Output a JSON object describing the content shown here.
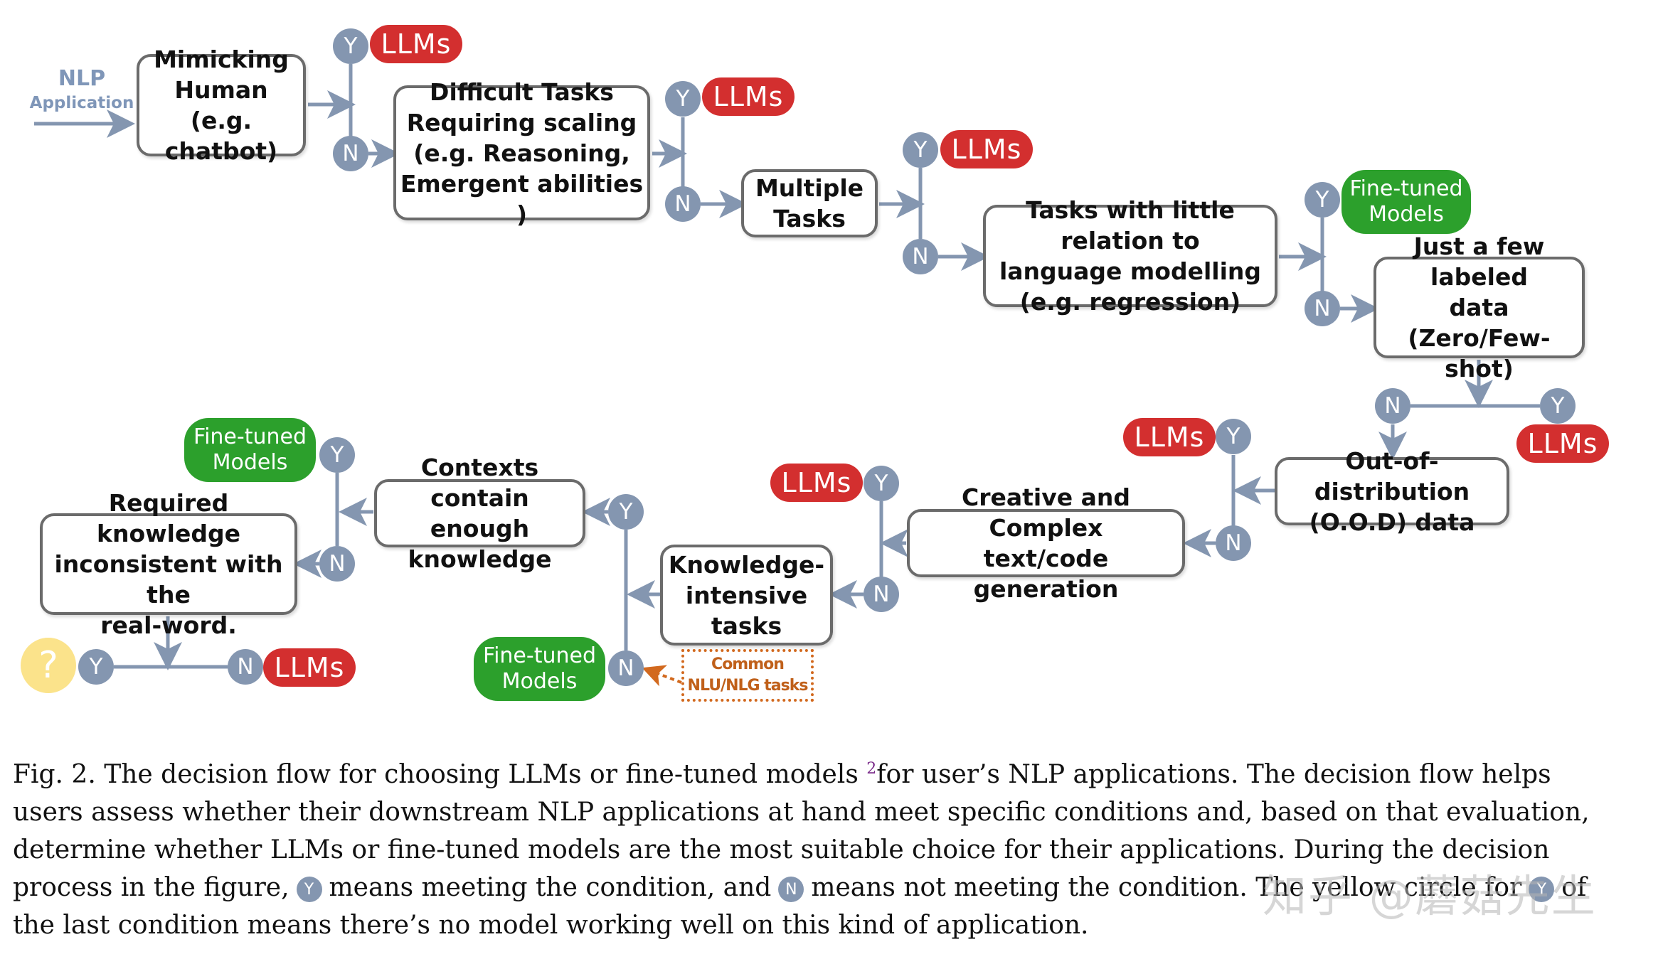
{
  "nlp_label": {
    "line1": "NLP",
    "line2": "Application"
  },
  "boxes": {
    "mimicking": "Mimicking\nHuman\n(e.g. chatbot)",
    "difficult": "Difficult Tasks\nRequiring  scaling\n(e.g. Reasoning,\nEmergent abilities )",
    "multiple": "Multiple\nTasks",
    "little_relation": "Tasks with little relation to\nlanguage modelling\n(e.g. regression)",
    "few_labeled": "Just a few labeled\ndata (Zero/Few-\nshot)",
    "ood": "Out-of-distribution\n(O.O.D) data",
    "creative": "Creative and Complex\ntext/code generation",
    "knowledge_intensive": "Knowledge-\nintensive\ntasks",
    "contexts": "Contexts contain\nenough knowledge",
    "required_knowledge": "Required knowledge\ninconsistent with the\nreal-word."
  },
  "labels": {
    "yes": "Y",
    "no": "N",
    "llms": "LLMs",
    "fine_tuned": "Fine-tuned\nModels",
    "unknown": "?",
    "common_tasks": "Common\nNLU/NLG tasks"
  },
  "colors": {
    "node_blue": "#8496b0",
    "llm_red": "#d32f2f",
    "ft_green": "#2ca02c",
    "unknown_yellow": "#fbe38b",
    "common_orange": "#d2691e"
  },
  "caption": {
    "part1": "Fig. 2.  The decision flow for choosing LLMs or fine-tuned models ",
    "sup": "2",
    "part2": "for user’s NLP applications. The decision flow helps users assess whether their downstream NLP applications at hand meet specific conditions and, based on that evaluation, determine whether LLMs or fine-tuned models are the most suitable choice for their applications. During the decision process in the figure,",
    "part3": "means meeting the condition, and",
    "part4": "means not meeting the condition. The yellow circle for",
    "part5": "of the last condition means there’s no model working well on this kind of application."
  },
  "watermark": "知乎 @蘑菇先生"
}
